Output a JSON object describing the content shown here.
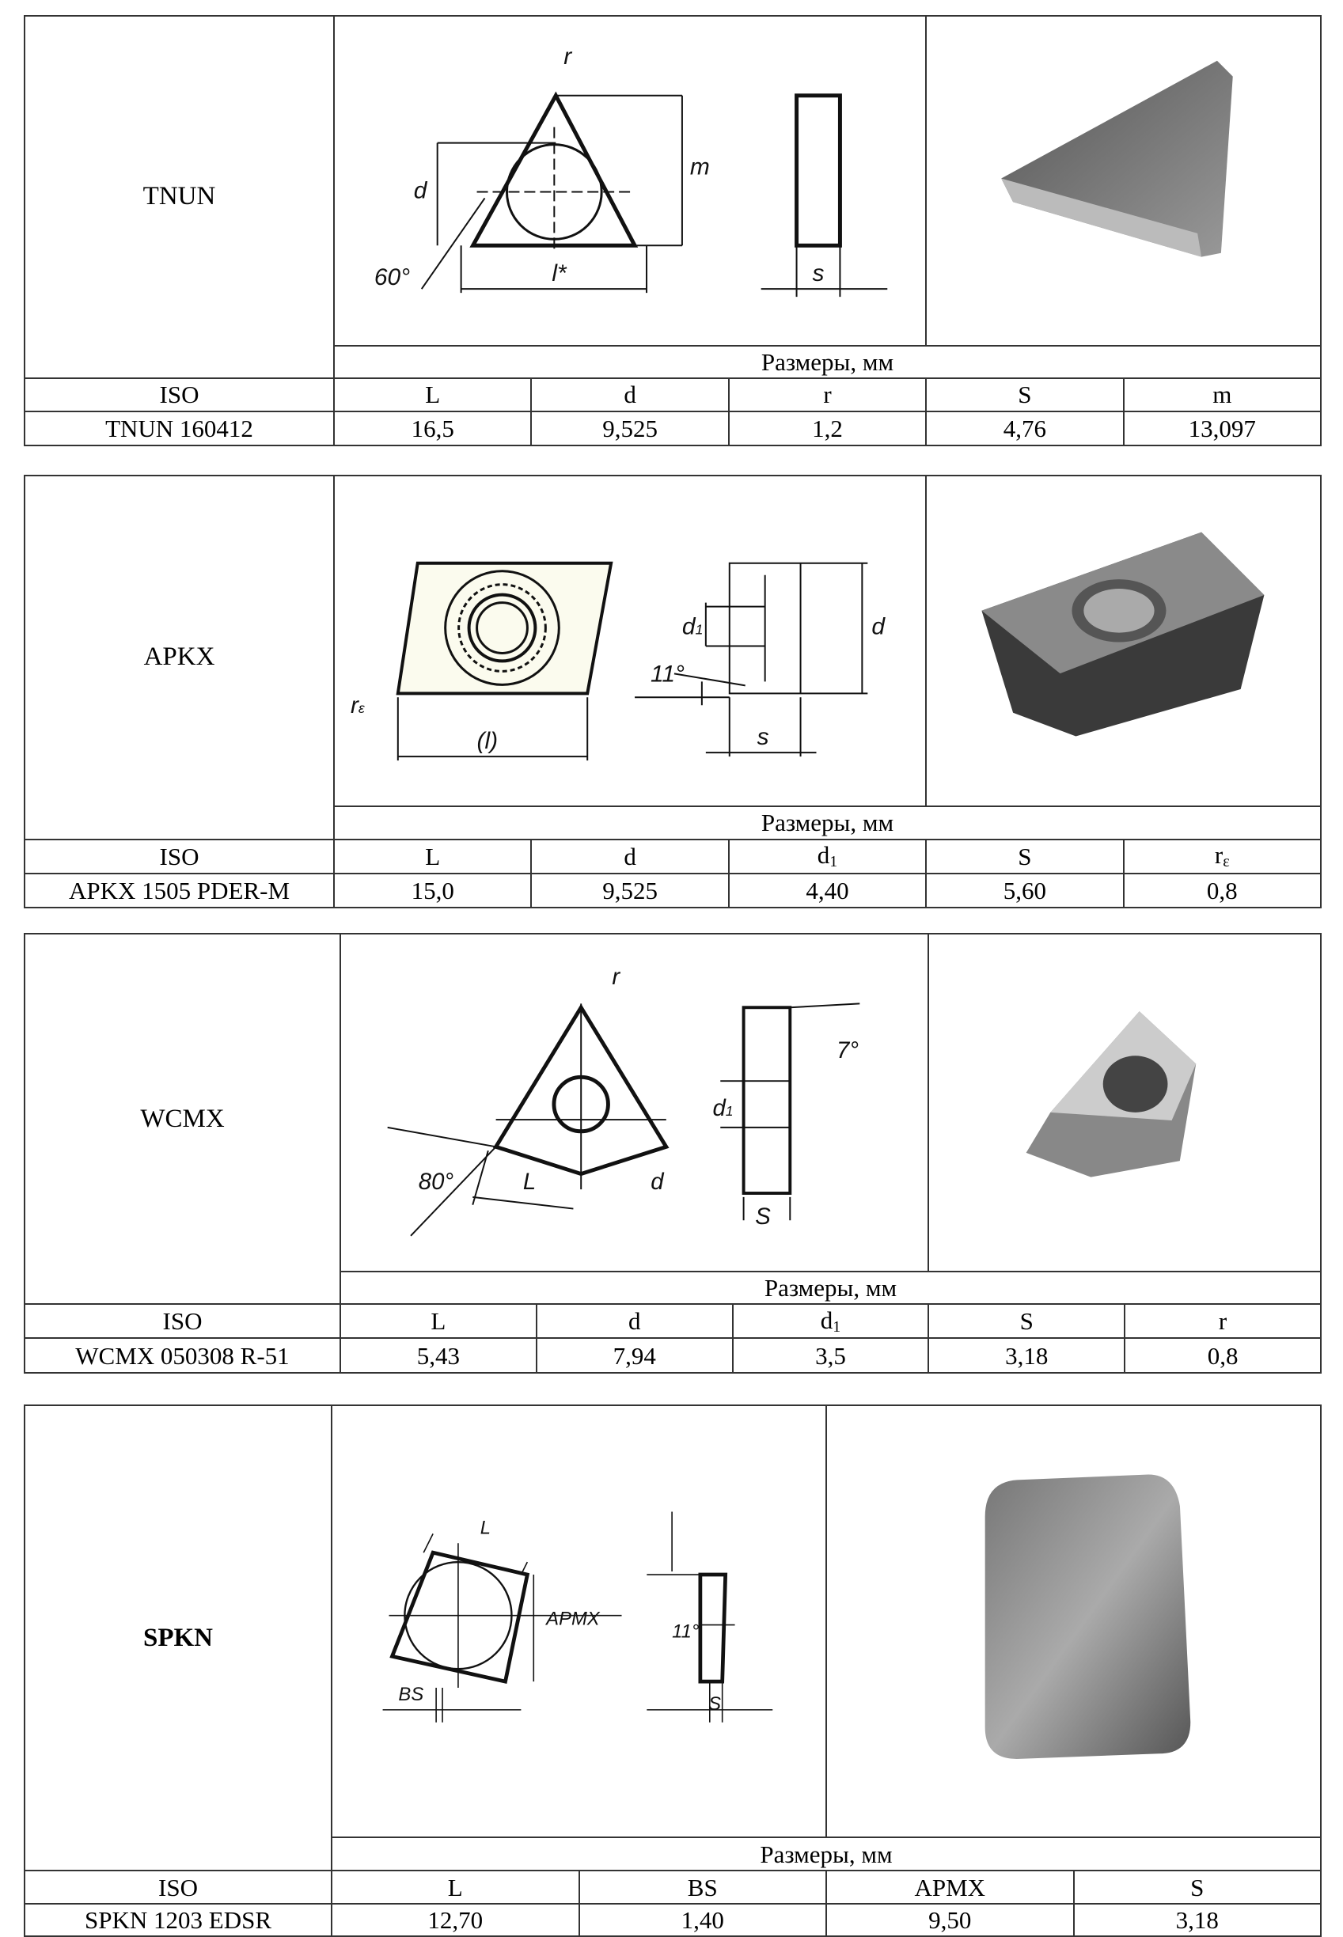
{
  "dims_label": "Размеры, мм",
  "iso_label": "ISO",
  "blocks": [
    {
      "name": "TNUN",
      "headers": [
        "L",
        "d",
        "r",
        "S",
        "m"
      ],
      "row": [
        "TNUN 160412",
        "16,5",
        "9,525",
        "1,2",
        "4,76",
        "13,097"
      ],
      "drawing_labels": {
        "r": "r",
        "d": "d",
        "m": "m",
        "l": "l*",
        "angle": "60°",
        "s": "s"
      }
    },
    {
      "name": "APKX",
      "headers": [
        "L",
        "d",
        "d",
        "S",
        "r"
      ],
      "header_subs": [
        "",
        "",
        "1",
        "",
        "ε"
      ],
      "row": [
        "APKX 1505 PDER-M",
        "15,0",
        "9,525",
        "4,40",
        "5,60",
        "0,8"
      ],
      "drawing_labels": {
        "r": "r",
        "r_sub": "ε",
        "l": "(l)",
        "d1": "d",
        "d1_sub": "1",
        "d": "d",
        "angle": "11°",
        "s": "s"
      }
    },
    {
      "name": "WCMX",
      "headers": [
        "L",
        "d",
        "d",
        "S",
        "r"
      ],
      "header_subs": [
        "",
        "",
        "1",
        "",
        ""
      ],
      "row": [
        "WCMX 050308 R-51",
        "5,43",
        "7,94",
        "3,5",
        "3,18",
        "0,8"
      ],
      "drawing_labels": {
        "r": "r",
        "l": "L",
        "d": "d",
        "angle": "80°",
        "d1": "d",
        "d1_sub": "1",
        "angle2": "7°",
        "s": "S"
      }
    },
    {
      "name": "SPKN",
      "headers": [
        "L",
        "BS",
        "APMX",
        "S"
      ],
      "row": [
        "SPKN 1203 EDSR",
        "12,70",
        "1,40",
        "9,50",
        "3,18"
      ],
      "drawing_labels": {
        "l": "L",
        "apmx": "APMX",
        "bs": "BS",
        "angle": "11°",
        "s": "S"
      }
    }
  ]
}
